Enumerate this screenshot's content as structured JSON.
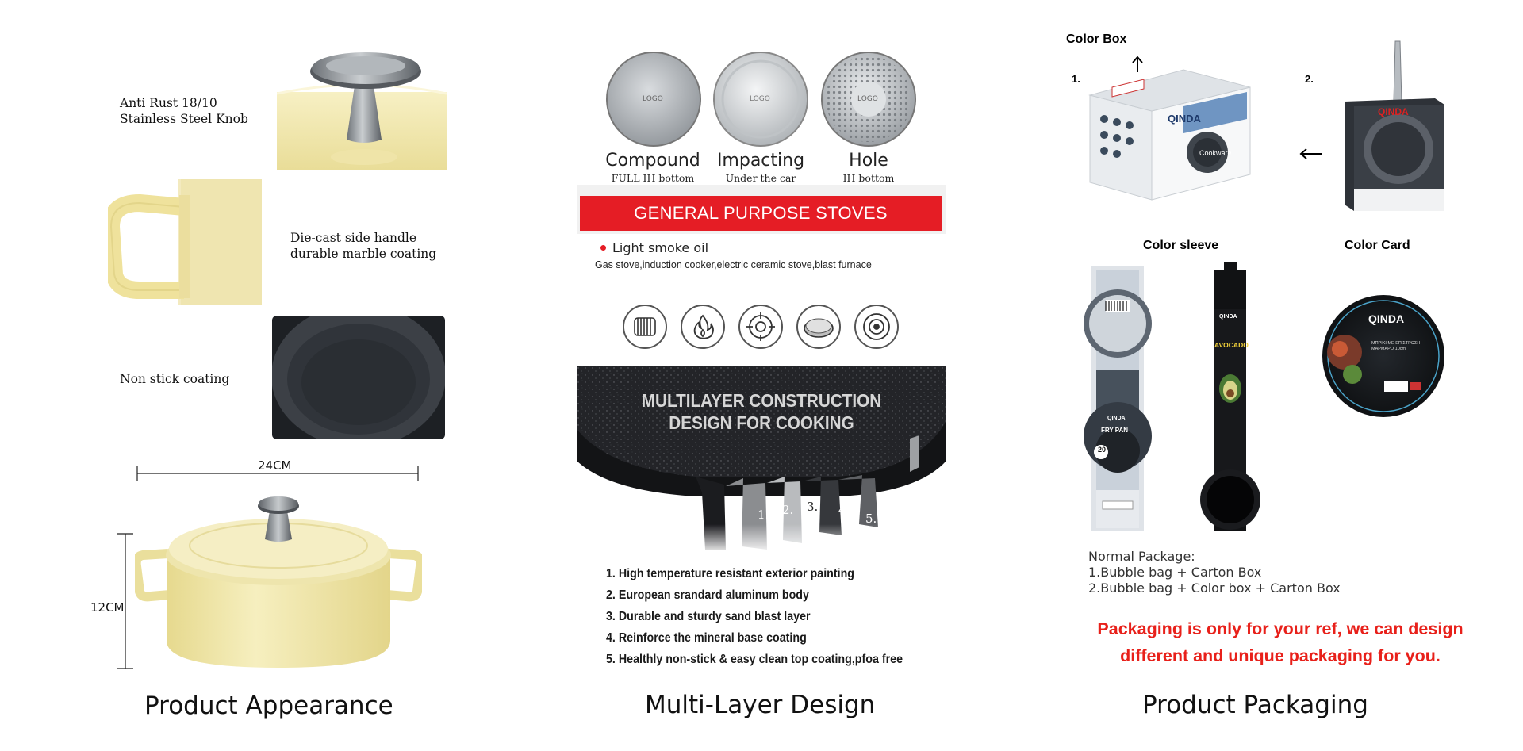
{
  "appearance": {
    "caption": "Product Appearance",
    "features": [
      {
        "label": "Anti Rust 18/10\n Stainless Steel Knob"
      },
      {
        "label": "Die-cast side handle\ndurable marble coating"
      },
      {
        "label": "Non stick coating"
      }
    ],
    "width_label": "24CM",
    "height_label": "12CM",
    "colors": {
      "pot": "#f1e8a6",
      "knob": "#8f9499",
      "coating": "#2e3238"
    }
  },
  "multilayer": {
    "caption": "Multi-Layer Design",
    "bottoms": [
      {
        "name": "Compound",
        "sub": "FULL IH bottom",
        "logo": "LOGO"
      },
      {
        "name": "Impacting",
        "sub": "Under the car",
        "logo": "LOGO"
      },
      {
        "name": "Hole",
        "sub": "IH bottom",
        "logo": "LOGO"
      }
    ],
    "banner": "GENERAL PURPOSE STOVES",
    "bullet": "Light smoke oil",
    "stoves_line": "Gas stove,induction cooker,electric ceramic stove,blast furnace",
    "stove_icons": [
      "induction-coil-icon",
      "flame-icon",
      "gas-burner-icon",
      "ceramic-plate-icon",
      "hob-ring-icon"
    ],
    "construction_title_1": "MULTILAYER CONSTRUCTION",
    "construction_title_2": "DESIGN FOR COOKING",
    "layer_numbers": [
      "1.",
      "2.",
      "3.",
      "4.",
      "5."
    ],
    "layers": [
      "1. High temperature resistant exterior painting",
      "2. European srandard aluminum body",
      "3. Durable and sturdy sand blast layer",
      "4. Reinforce the mineral base coating",
      "5. Healthly non-stick & easy clean top coating,pfoa free"
    ],
    "colors": {
      "banner": "#e51d25",
      "pan": "#1c1d20"
    }
  },
  "packaging": {
    "caption": "Product Packaging",
    "color_box": "Color Box",
    "box_num_1": "1.",
    "box_num_2": "2.",
    "color_sleeve": "Color sleeve",
    "color_card": "Color Card",
    "brand": "QINDA",
    "box_side_label": "Cookware",
    "sleeve_fry_pan": "FRY PAN",
    "sleeve_avocado": "AVOCADO",
    "sleeve_size": "20",
    "card_greek": "ΜΠΡΙΚΙ ΜΕ ΕΠΙΣΤΡΩΣΗ ΜΑΡΜΑΡΟ 10cm",
    "normal_package_title": "Normal Package:",
    "package_lines": [
      "1.Bubble bag + Carton Box",
      "2.Bubble bag + Color box + Carton Box"
    ],
    "notice_1": "Packaging is only for your ref, we can design",
    "notice_2": "different and unique packaging for you.",
    "colors": {
      "notice": "#e8201a"
    }
  }
}
